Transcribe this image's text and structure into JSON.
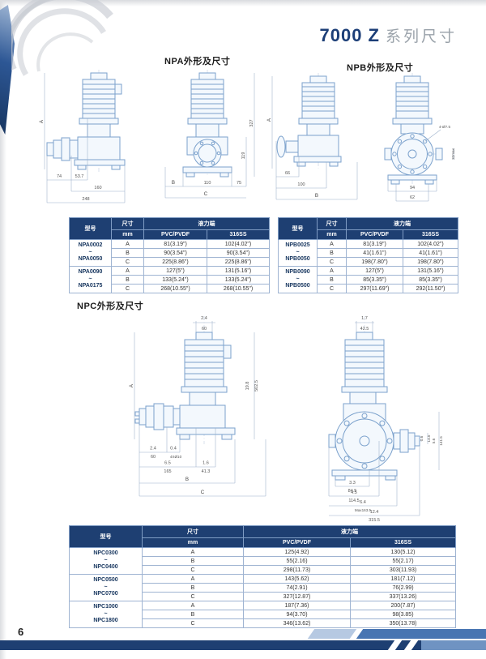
{
  "page": {
    "title_bold": "7000 Z",
    "title_rest": "系列尺寸",
    "page_number": "6"
  },
  "sections": {
    "npa_heading": "NPA外形及尺寸",
    "npb_heading": "NPB外形及尺寸",
    "npc_heading": "NPC外形及尺寸"
  },
  "table_headers": {
    "model": "型号",
    "dimension": "尺寸",
    "mm": "mm",
    "hydraulic_end": "液力端",
    "pvc_pvdf": "PVC/PVDF",
    "ss316": "316SS"
  },
  "npa_table": {
    "groups": [
      {
        "model": "NPA0002\n~\nNPA0050",
        "rows": [
          {
            "dim": "A",
            "pvc": "81(3.19\")",
            "ss": "102(4.02\")"
          },
          {
            "dim": "B",
            "pvc": "90(3.54\")",
            "ss": "90(3.54\")"
          },
          {
            "dim": "C",
            "pvc": "225(8.86\")",
            "ss": "225(8.86\")"
          }
        ]
      },
      {
        "model": "NPA0090\n~\nNPA0175",
        "rows": [
          {
            "dim": "A",
            "pvc": "127(5\")",
            "ss": "131(5.16\")"
          },
          {
            "dim": "B",
            "pvc": "133(5.24\")",
            "ss": "133(5.24\")"
          },
          {
            "dim": "C",
            "pvc": "268(10.55\")",
            "ss": "268(10.55\")"
          }
        ]
      }
    ]
  },
  "npb_table": {
    "groups": [
      {
        "model": "NPB0025\n~\nNPB0050",
        "rows": [
          {
            "dim": "A",
            "pvc": "81(3.19\")",
            "ss": "102(4.02\")"
          },
          {
            "dim": "B",
            "pvc": "41(1.61\")",
            "ss": "41(1.61\")"
          },
          {
            "dim": "C",
            "pvc": "198(7.80\")",
            "ss": "198(7.80\")"
          }
        ]
      },
      {
        "model": "NPB0090\n~\nNPB0500",
        "rows": [
          {
            "dim": "A",
            "pvc": "127(5\")",
            "ss": "131(5.16\")"
          },
          {
            "dim": "B",
            "pvc": "85(3.35\")",
            "ss": "85(3.35\")"
          },
          {
            "dim": "C",
            "pvc": "297(11.69\")",
            "ss": "292(11.50\")"
          }
        ]
      }
    ]
  },
  "npc_table": {
    "groups": [
      {
        "model": "NPC0300\n~\nNPC0400",
        "rows": [
          {
            "dim": "A",
            "pvc": "125(4.92)",
            "ss": "130(5.12)"
          },
          {
            "dim": "B",
            "pvc": "55(2.16)",
            "ss": "55(2.17)"
          },
          {
            "dim": "C",
            "pvc": "298(11.73)",
            "ss": "303(11.93)"
          }
        ]
      },
      {
        "model": "NPC0500\n~\nNPC0700",
        "rows": [
          {
            "dim": "A",
            "pvc": "143(5.62)",
            "ss": "181(7.12)"
          },
          {
            "dim": "B",
            "pvc": "74(2.91)",
            "ss": "76(2.99)"
          },
          {
            "dim": "C",
            "pvc": "327(12.87)",
            "ss": "337(13.26)"
          }
        ]
      },
      {
        "model": "NPC1000\n~\nNPC1800",
        "rows": [
          {
            "dim": "A",
            "pvc": "187(7.36)",
            "ss": "200(7.87)"
          },
          {
            "dim": "B",
            "pvc": "94(3.70)",
            "ss": "98(3.85)"
          },
          {
            "dim": "C",
            "pvc": "346(13.62)",
            "ss": "350(13.78)"
          }
        ]
      }
    ]
  },
  "drawings": {
    "npa_front": {
      "dim_a": "A",
      "d1": "74",
      "d2": "53.7",
      "d3": "160",
      "d4": "248"
    },
    "npa_side": {
      "dim_b": "B",
      "d1": "110",
      "d2": "75",
      "dim_c": "C",
      "v1": "327",
      "v2": "119"
    },
    "npb_front": {
      "dim_a": "A",
      "d1": "66",
      "d2": "100",
      "dim_b": "B"
    },
    "npb_side": {
      "d1": "94",
      "d2": "62",
      "d3": "32max",
      "holes": "4-Ø7.5"
    },
    "npc_front": {
      "top_in": "2.4",
      "top_mm": "60",
      "right_in": "19.8",
      "right_mm": "502.5",
      "dim_a": "A",
      "b1_in": "2.4",
      "b1_mm": "60",
      "b2_in": "0.4",
      "b2_mm": "4XØ10",
      "b3_in": "6.5",
      "b3_mm": "165",
      "b4_in": "1.6",
      "b4_mm": "41.3",
      "dim_b": "B",
      "dim_c": "C"
    },
    "npc_side": {
      "top_in": "1.7",
      "top_mm": "42.5",
      "r1_in": "0.6",
      "r1_mm": "14.5",
      "r2_in": "5.6",
      "r2_mm": "141.5",
      "b1_in": "3.3",
      "b1_mm": "84.5",
      "b2_in": "4.5",
      "b2_mm": "114.5",
      "b3_in": "6.4",
      "b3_mm": "Max163.5",
      "b4_in": "12.4",
      "b4_mm": "315.5"
    }
  }
}
